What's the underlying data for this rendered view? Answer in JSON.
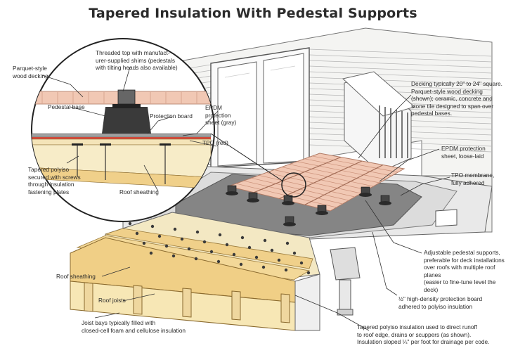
{
  "title": "Tapered Insulation With Pedestal Supports",
  "detail_labels": {
    "parquet": "Parquet-style\nwood decking",
    "threaded_top": "Threaded top with manufact-\nurer-supplied shims (pedestals\nwith tilting heads also available)",
    "pedestal_base": "Pedestal base",
    "protection_board": "Protection board",
    "epdm_sheet": "EPDM\nprotection\nsheet (gray)",
    "tpo_red": "TPO (red)",
    "tapered_polyiso": "Tapered polyiso\nsecured with screws\nthrough insulation\nfastening plates",
    "roof_sheathing": "Roof sheathing"
  },
  "main_labels": {
    "decking": "Decking typically 20\" to 24\" square.\nParquet-style wood decking\n(shown); ceramic, concrete and\nstone tile designed to span over\npedestal bases.",
    "epdm_loose": "EPDM protection\nsheet, loose-laid",
    "tpo_membrane": "TPO membrane,\nfully adhered",
    "adjustable": "Adjustable pedestal supports,\npreferable for deck installations\nover roofs with multiple roof planes\n(easier to fine-tune level the deck)",
    "hd_board": "½\" high-density protection board\nadhered to polyiso insulation",
    "tapered_main": "Tapered polyiso insulation used to direct runoff\nto roof edge, drains or scuppers (as shown).\nInsulation sloped ¼\" per foot for drainage per code.",
    "roof_sheathing": "Roof sheathing",
    "roof_joists": "Roof joists",
    "joist_bays": "Joist bays typically filled with\nclosed-cell foam and cellulose insulation"
  },
  "colors": {
    "siding": "#f2f2f0",
    "siding_line": "#9a9a9a",
    "epdm": "#8a8a8a",
    "tpo": "#d9d9d9",
    "wood": "#f1c8b4",
    "wood_line": "#c98f78",
    "insulation": "#f6e6b8",
    "sheathing": "#f1d596",
    "pedestal": "#3a3a3a"
  }
}
